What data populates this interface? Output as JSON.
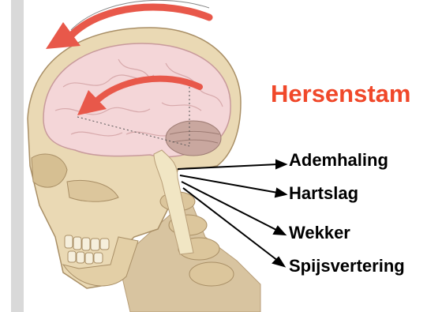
{
  "title": "Hersenstam",
  "functions": [
    {
      "label": "Ademhaling"
    },
    {
      "label": "Hartslag"
    },
    {
      "label": "Wekker"
    },
    {
      "label": "Spijsvertering"
    }
  ],
  "colors": {
    "title": "#f0482a",
    "arrow": "#e8584a",
    "skull": "#ead9b4",
    "brain": "#f4d6d8"
  },
  "icons": [
    "skull-illustration",
    "brain-illustration",
    "brainstem-illustration",
    "curved-arrow-icon"
  ]
}
